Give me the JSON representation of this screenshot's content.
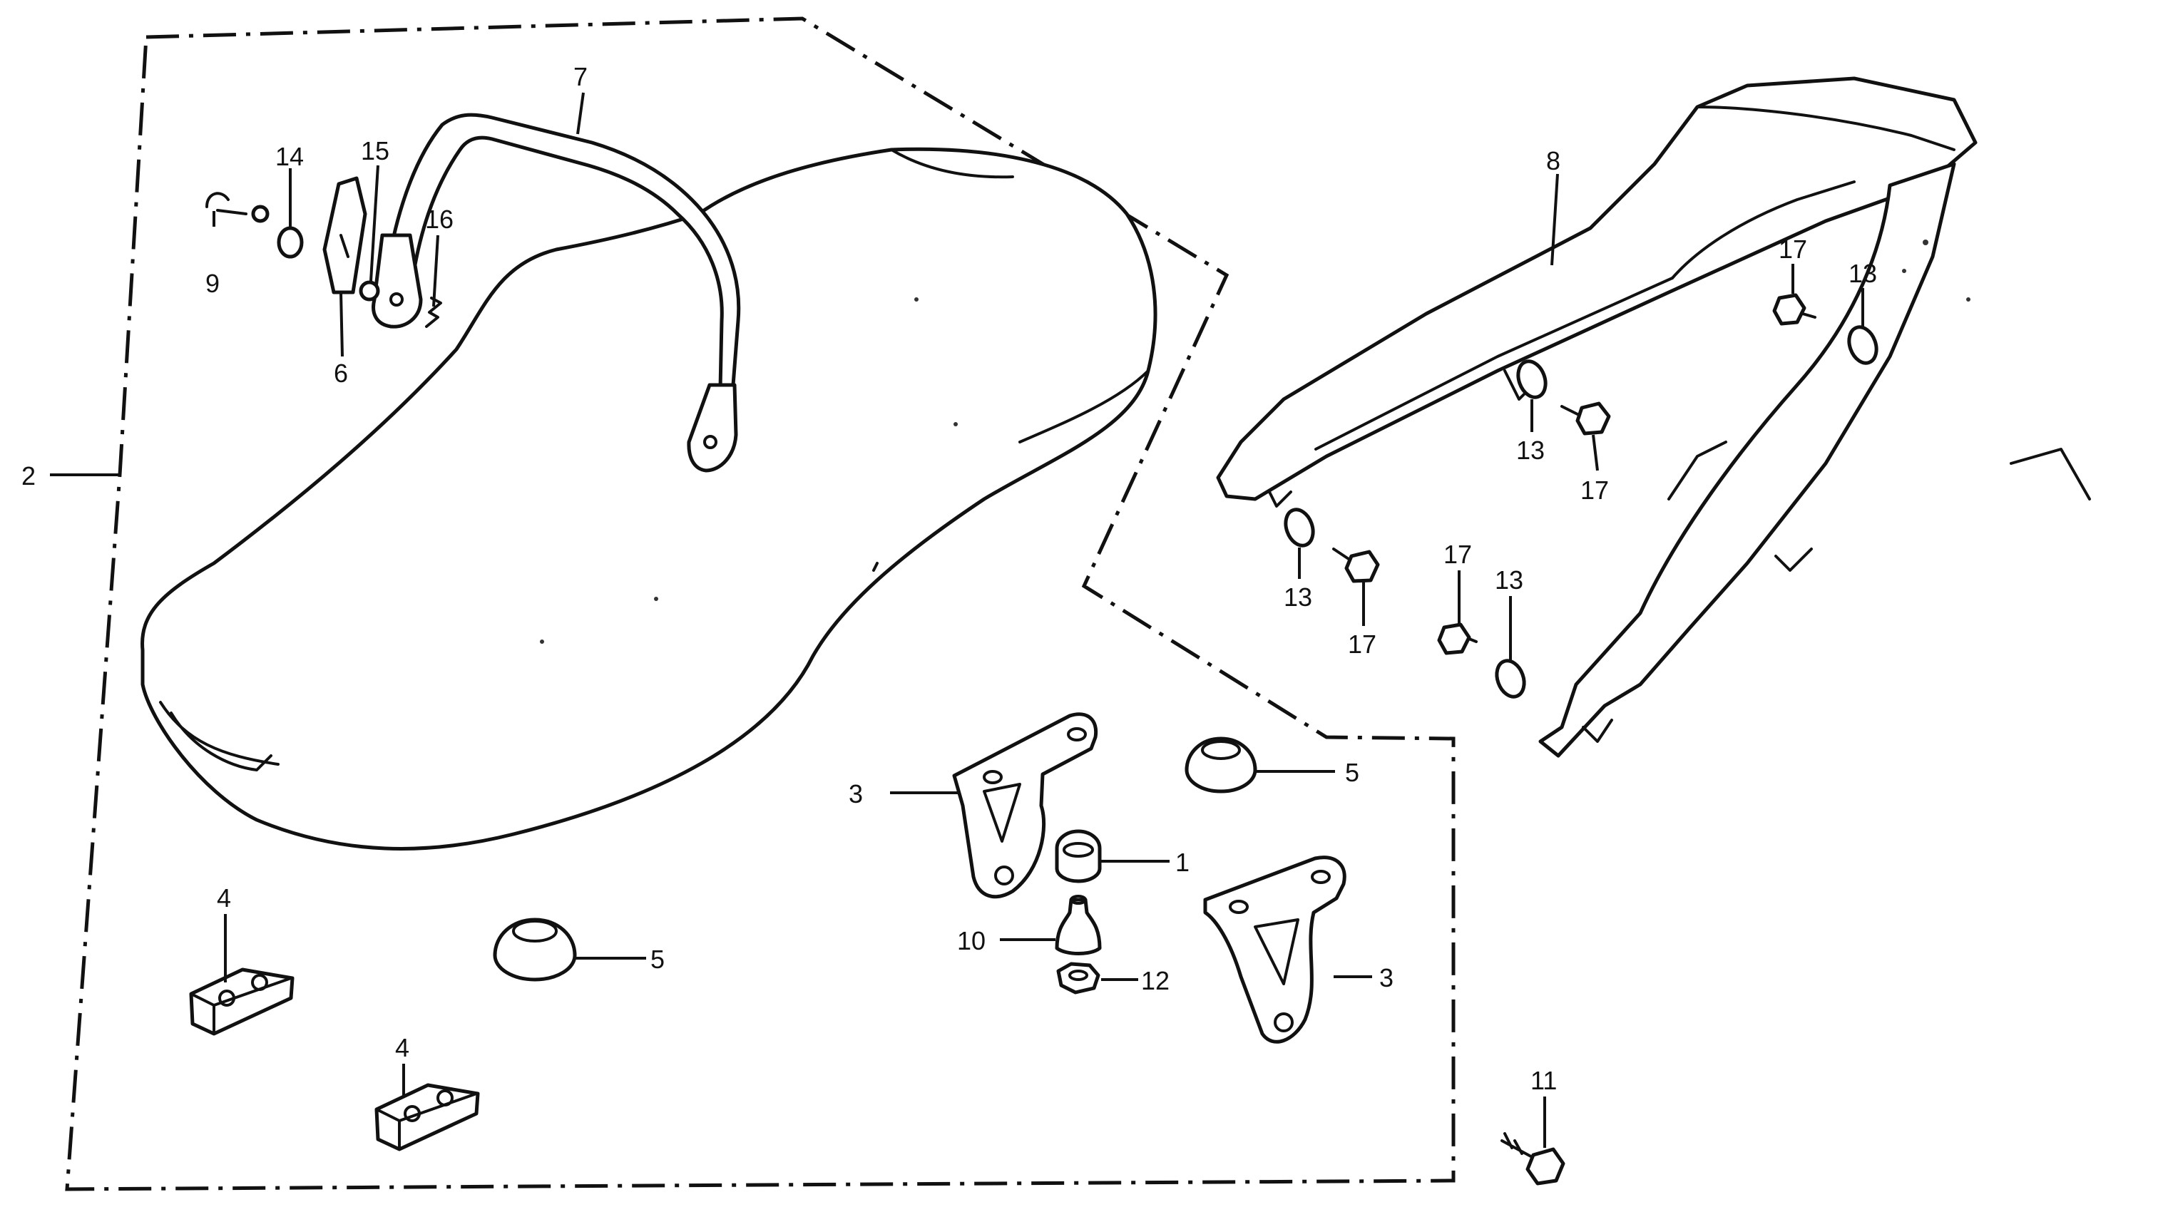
{
  "diagram": {
    "callouts": {
      "c1": "1",
      "c2": "2",
      "c3a": "3",
      "c3b": "3",
      "c4a": "4",
      "c4b": "4",
      "c5a": "5",
      "c5b": "5",
      "c6": "6",
      "c7": "7",
      "c8": "8",
      "c9": "9",
      "c10": "10",
      "c11": "11",
      "c12": "12",
      "c13a": "13",
      "c13b": "13",
      "c13c": "13",
      "c13d": "13",
      "c14": "14",
      "c15": "15",
      "c16": "16",
      "c17a": "17",
      "c17b": "17",
      "c17c": "17",
      "c17d": "17"
    },
    "icons": {
      "seat": "seat-icon",
      "grab_strap": "grab-strap-icon",
      "rear_cowl": "rear-cowl-icon",
      "bracket": "bracket-icon",
      "cushion": "cushion-icon",
      "stopper": "stopper-icon",
      "bolt": "bolt-icon",
      "washer": "washer-icon",
      "nut": "nut-icon"
    }
  }
}
